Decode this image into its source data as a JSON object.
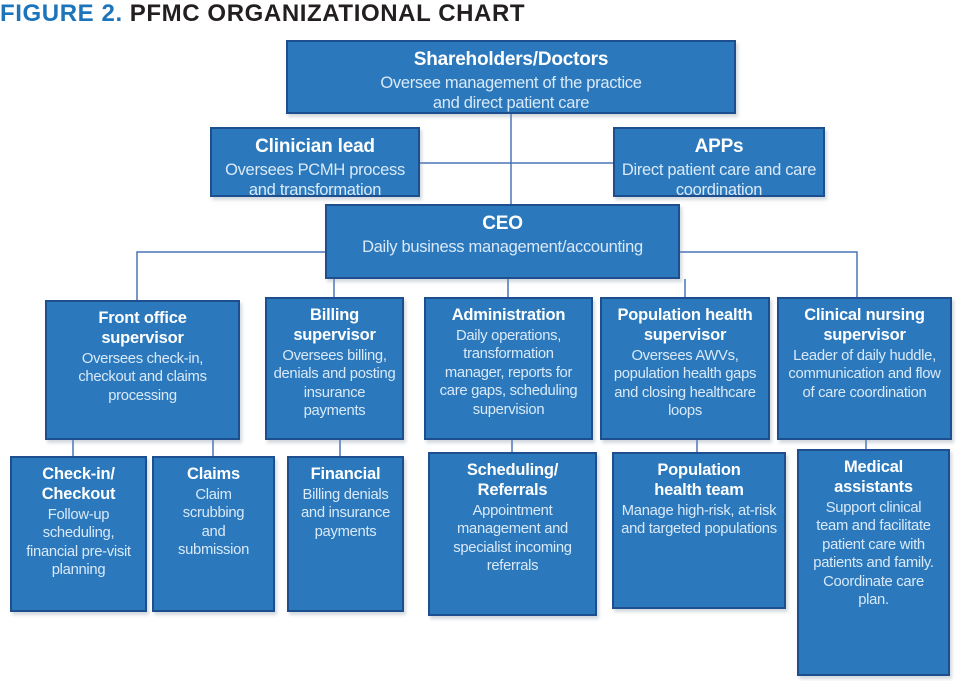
{
  "title": {
    "figure_label": "FIGURE 2.",
    "text": "PFMC ORGANIZATIONAL CHART"
  },
  "colors": {
    "box_fill": "#2b79bc",
    "box_border": "#1d4f8f",
    "connector_line": "#4a74b9",
    "figure_label_blue": "#1c75bb",
    "title_dark": "#231f20",
    "heading_text": "#ffffff",
    "body_text": "#d9e9f8"
  },
  "nodes": {
    "shareholders": {
      "heading": "Shareholders/Doctors",
      "body": "Oversee management of the practice and direct patient care"
    },
    "clinician_lead": {
      "heading": "Clinician lead",
      "body": "Oversees PCMH process and transformation"
    },
    "apps": {
      "heading": "APPs",
      "body": "Direct patient care and care coordination"
    },
    "ceo": {
      "heading": "CEO",
      "body": "Daily business management/accounting"
    },
    "front_office_supervisor": {
      "heading": "Front office\nsupervisor",
      "body": "Oversees check-in, checkout and claims processing"
    },
    "billing_supervisor": {
      "heading": "Billing\nsupervisor",
      "body": "Oversees billing, denials and posting insurance payments"
    },
    "administration": {
      "heading": "Administration",
      "body": "Daily operations, transformation manager, reports for care gaps, scheduling supervision"
    },
    "population_health_supervisor": {
      "heading": "Population health\nsupervisor",
      "body": "Oversees AWVs, population health gaps and closing healthcare loops"
    },
    "clinical_nursing_supervisor": {
      "heading": "Clinical nursing\nsupervisor",
      "body": "Leader of daily huddle, communication and flow of care coordination"
    },
    "check_in_checkout": {
      "heading": "Check-in/\nCheckout",
      "body": "Follow-up scheduling, financial pre-visit planning"
    },
    "claims": {
      "heading": "Claims",
      "body": "Claim scrubbing and submission"
    },
    "financial": {
      "heading": "Financial",
      "body": "Billing denials and insurance payments"
    },
    "scheduling_referrals": {
      "heading": "Scheduling/\nReferrals",
      "body": "Appointment management and specialist incoming referrals"
    },
    "population_health_team": {
      "heading": "Population\nhealth team",
      "body": "Manage high-risk, at-risk and targeted populations"
    },
    "medical_assistants": {
      "heading": "Medical\nassistants",
      "body": "Support clinical team and facilitate patient care with patients and family. Coordinate care plan."
    }
  }
}
